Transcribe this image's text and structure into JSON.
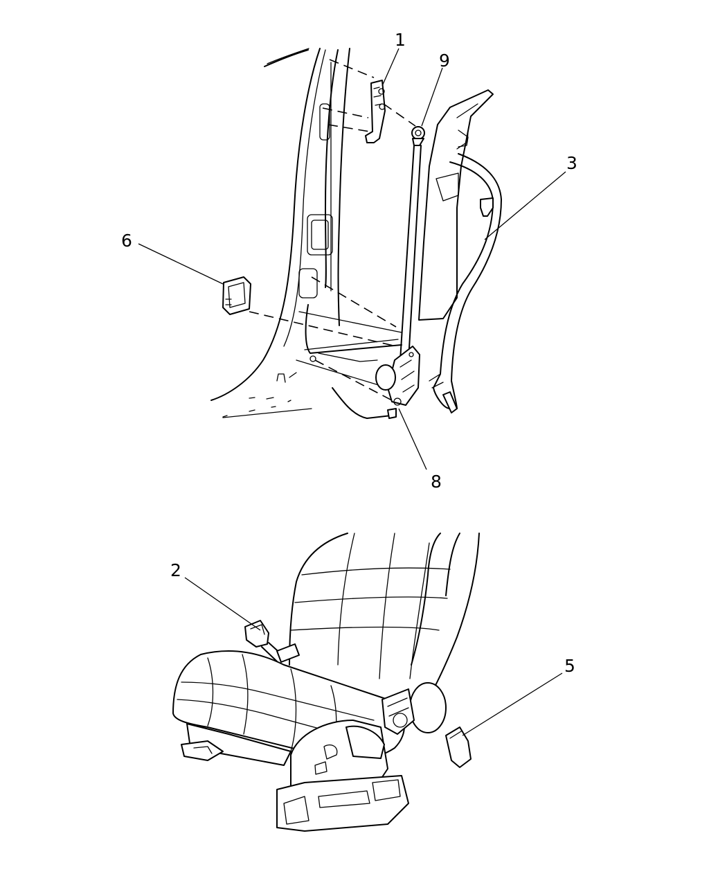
{
  "callouts": {
    "c1": "1",
    "c9": "9",
    "c3": "3",
    "c6": "6",
    "c8": "8",
    "c2": "2",
    "c5": "5"
  }
}
